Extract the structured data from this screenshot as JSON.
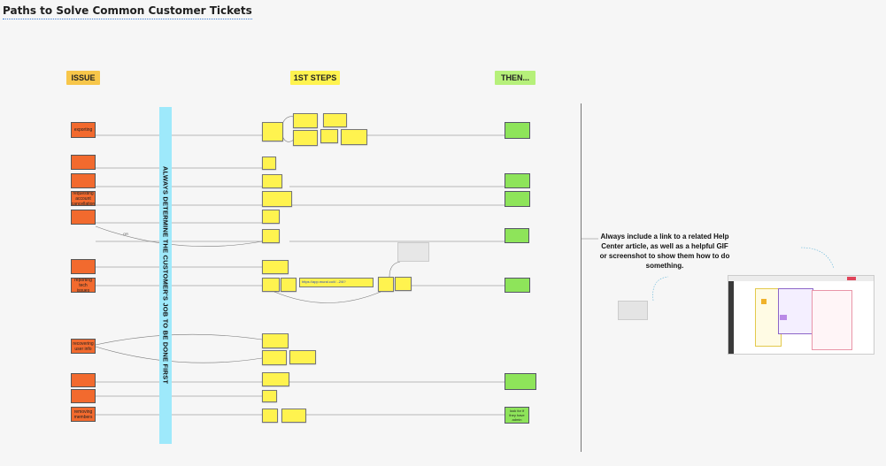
{
  "board": {
    "title": "Paths to Solve Common Customer Tickets",
    "colors": {
      "issue": "#f26a2e",
      "steps": "#fff34f",
      "then": "#8ee45a",
      "banner": "#9ee9fb"
    }
  },
  "headers": {
    "issue": "ISSUE",
    "first_steps": "1ST STEPS",
    "then": "THEN..."
  },
  "banner": {
    "text": "ALWAYS DETERMINE THE CUSTOMER'S JOB TO BE DONE FIRST"
  },
  "issues": [
    "exporting",
    "",
    "",
    "requesting account cancellation",
    "",
    "",
    "reporting tech issues",
    "recovering user info",
    "",
    "",
    "removing members"
  ],
  "link_note": {
    "text": "https://app.mural.co/t/...2/6?"
  },
  "or_label": "OR",
  "right_note": {
    "text": "Always include a link to a related Help Center article, as well as a helpful GIF or screenshot to show them how to do something."
  },
  "then_notes": {
    "last": "look for if they have admin permissions"
  }
}
